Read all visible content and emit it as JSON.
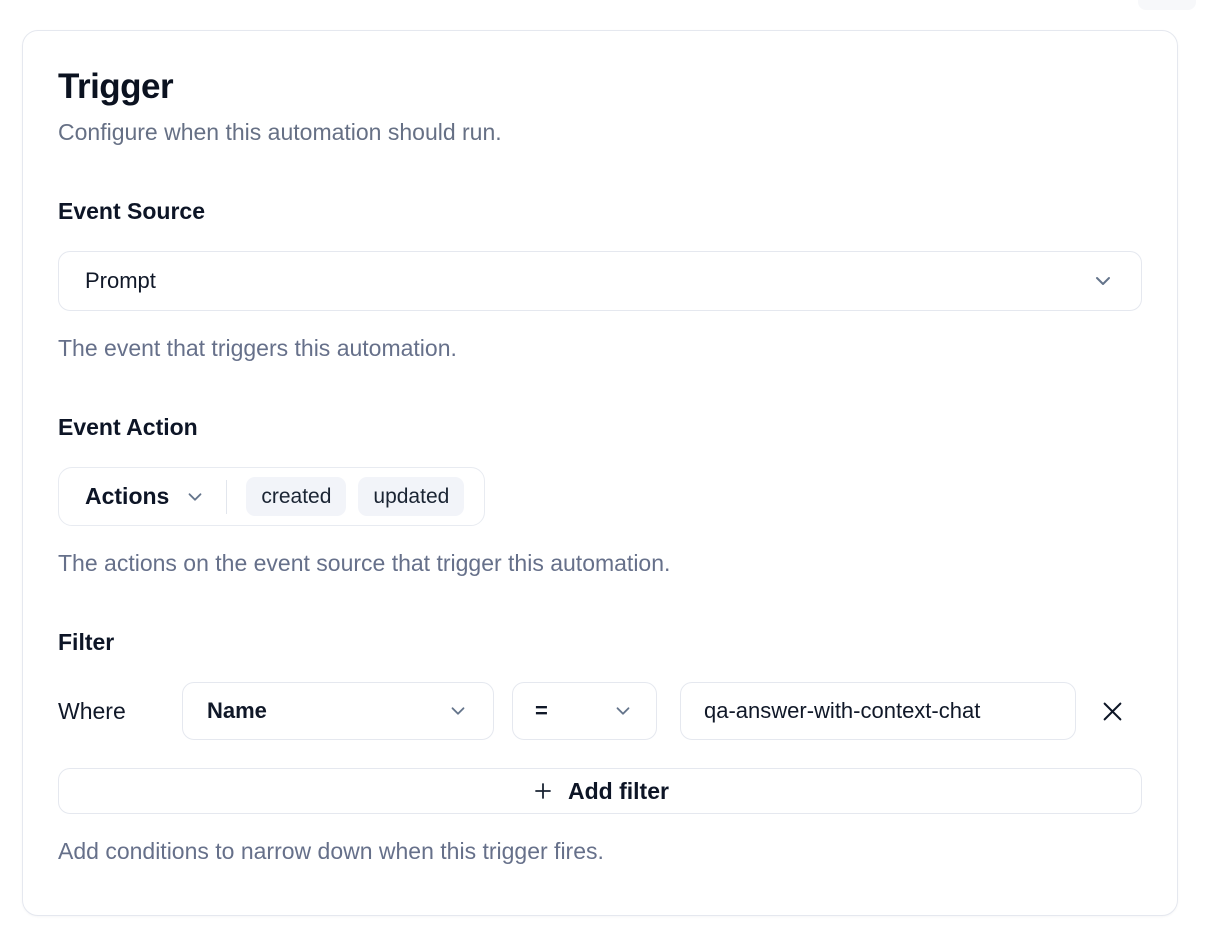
{
  "header": {
    "title": "Trigger",
    "subtitle": "Configure when this automation should run."
  },
  "event_source": {
    "label": "Event Source",
    "value": "Prompt",
    "help": "The event that triggers this automation."
  },
  "event_action": {
    "label": "Event Action",
    "dropdown_label": "Actions",
    "selected": [
      "created",
      "updated"
    ],
    "help": "The actions on the event source that trigger this automation."
  },
  "filter": {
    "label": "Filter",
    "where_label": "Where",
    "field": "Name",
    "operator": "=",
    "value": "qa-answer-with-context-chat",
    "add_button_label": "Add filter",
    "help": "Add conditions to narrow down when this trigger fires."
  },
  "icons": {
    "chevron_down": "⌄",
    "plus": "+",
    "close": "×"
  },
  "colors": {
    "text_primary": "#101828",
    "text_muted": "#667085",
    "border": "#e5e8ef",
    "badge_background": "#f2f4f9",
    "background": "#ffffff"
  }
}
